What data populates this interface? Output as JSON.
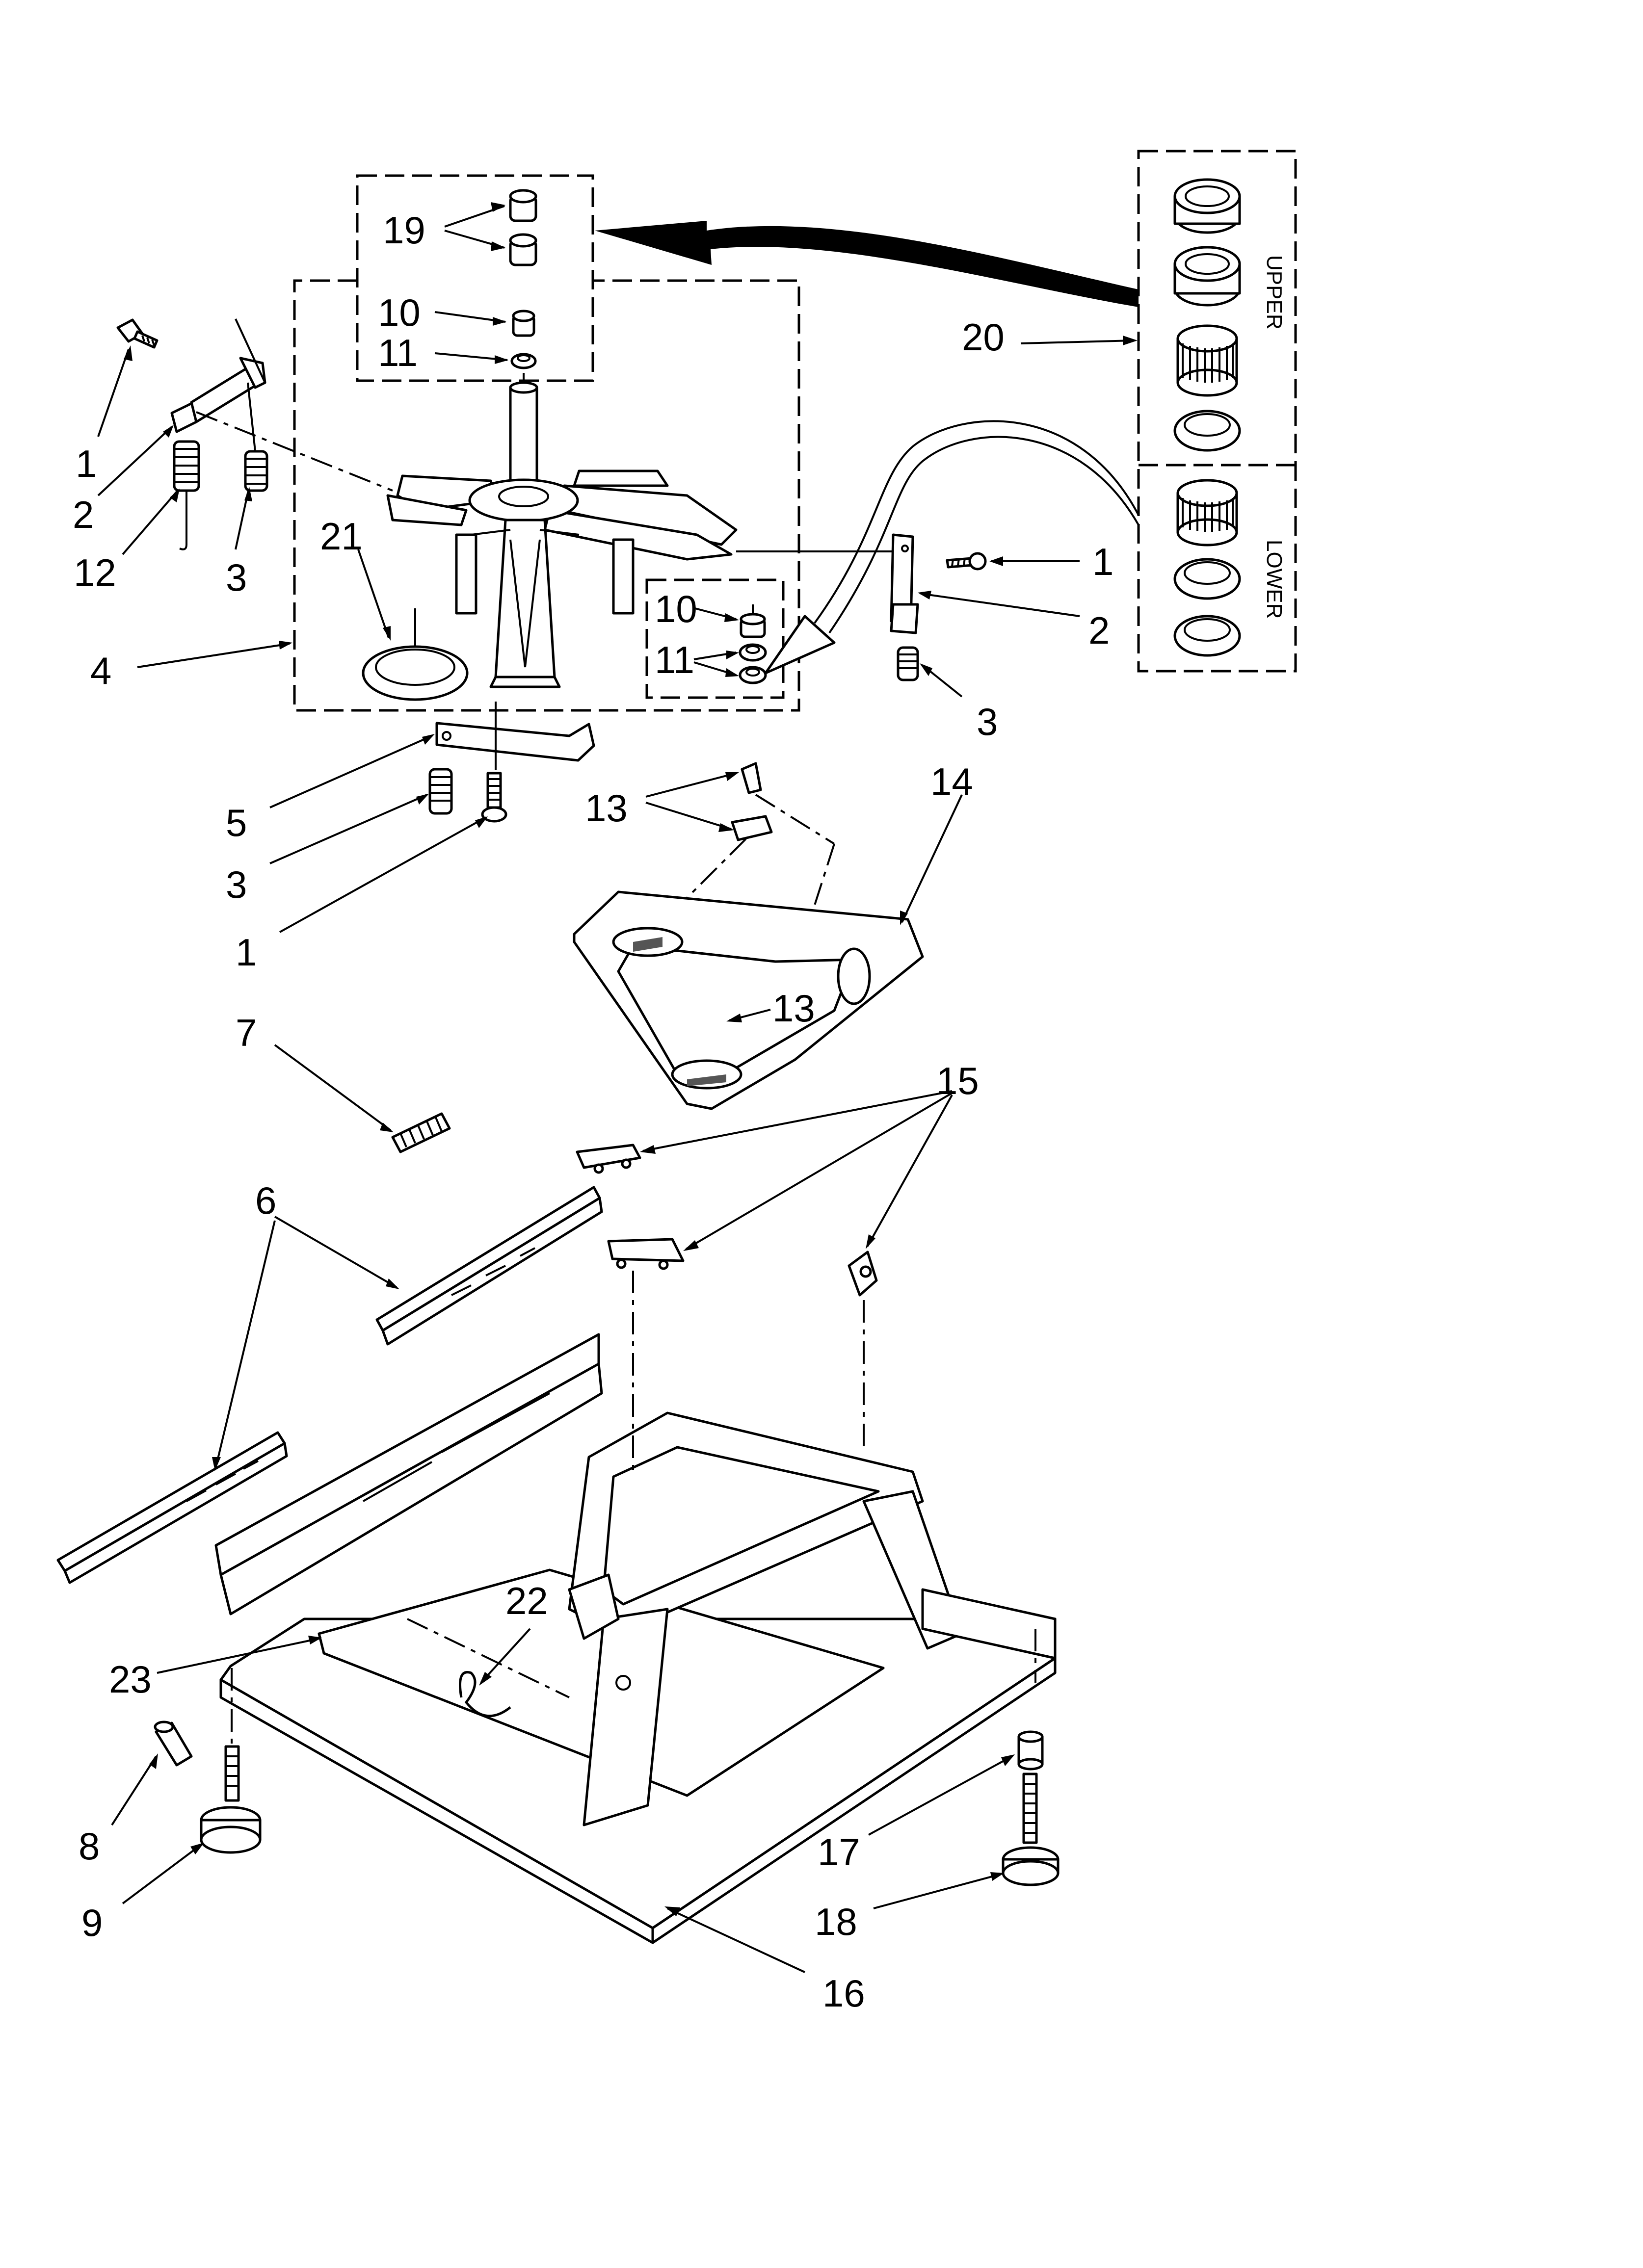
{
  "diagram": {
    "callouts": [
      {
        "id": "c19",
        "text": "19"
      },
      {
        "id": "c10a",
        "text": "10"
      },
      {
        "id": "c11a",
        "text": "11"
      },
      {
        "id": "c20",
        "text": "20"
      },
      {
        "id": "c1a",
        "text": "1"
      },
      {
        "id": "c2a",
        "text": "2"
      },
      {
        "id": "c12",
        "text": "12"
      },
      {
        "id": "c3a",
        "text": "3"
      },
      {
        "id": "c21",
        "text": "21"
      },
      {
        "id": "c4",
        "text": "4"
      },
      {
        "id": "c10b",
        "text": "10"
      },
      {
        "id": "c11b",
        "text": "11"
      },
      {
        "id": "c1b",
        "text": "1"
      },
      {
        "id": "c2b",
        "text": "2"
      },
      {
        "id": "c3b",
        "text": "3"
      },
      {
        "id": "c5",
        "text": "5"
      },
      {
        "id": "c3c",
        "text": "3"
      },
      {
        "id": "c1c",
        "text": "1"
      },
      {
        "id": "c13a",
        "text": "13"
      },
      {
        "id": "c14",
        "text": "14"
      },
      {
        "id": "c13b",
        "text": "13"
      },
      {
        "id": "c7",
        "text": "7"
      },
      {
        "id": "c15",
        "text": "15"
      },
      {
        "id": "c6",
        "text": "6"
      },
      {
        "id": "c22",
        "text": "22"
      },
      {
        "id": "c23",
        "text": "23"
      },
      {
        "id": "c8",
        "text": "8"
      },
      {
        "id": "c9",
        "text": "9"
      },
      {
        "id": "c17",
        "text": "17"
      },
      {
        "id": "c18",
        "text": "18"
      },
      {
        "id": "c16",
        "text": "16"
      }
    ],
    "kit_labels": {
      "upper": "UPPER",
      "lower": "LOWER"
    }
  }
}
